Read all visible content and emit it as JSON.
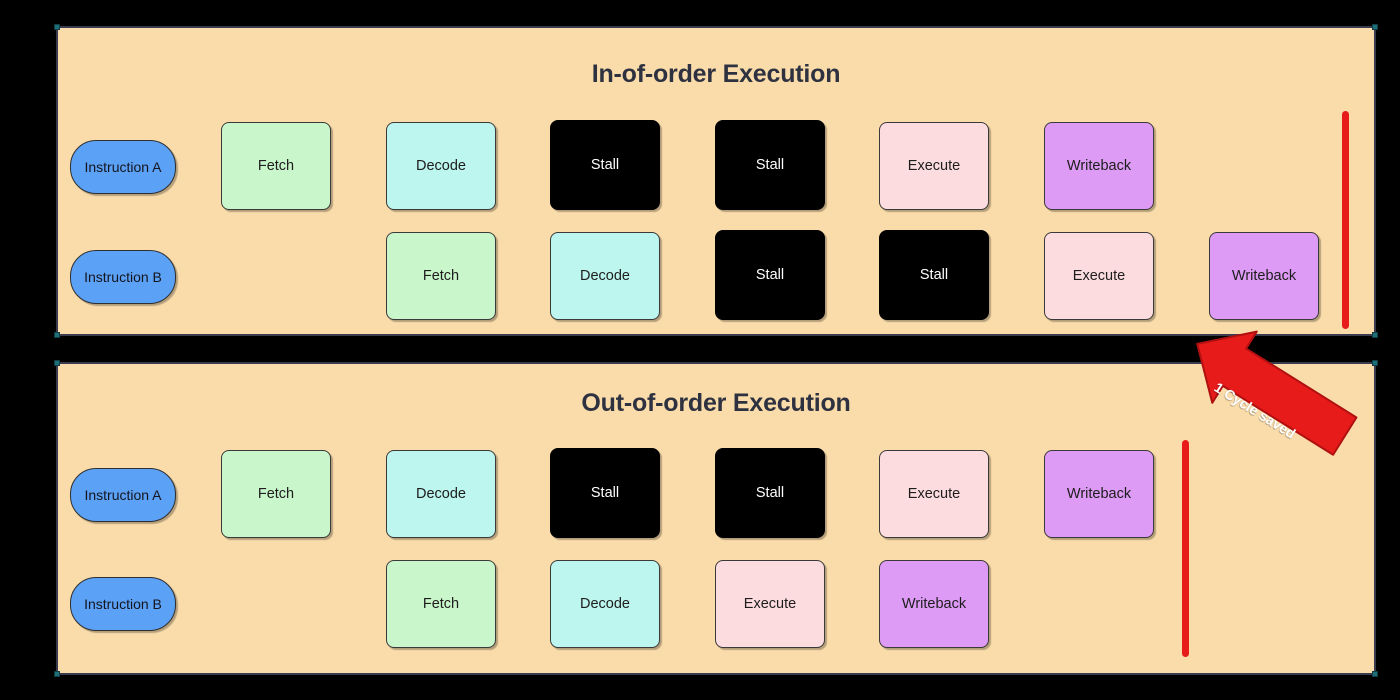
{
  "colors": {
    "page_background": "#000000",
    "panel_background": "#FADCAA",
    "panel_border": "#3B3B4F",
    "fetch": "#C9F7CB",
    "decode": "#BCF6EF",
    "stall": "#000000",
    "execute": "#FCDCDF",
    "writeback": "#DE9BF5",
    "instruction": "#5BA1F5",
    "marker_red": "#E81B1B",
    "title_text": "#2E3240"
  },
  "panels": [
    {
      "id": "in-order",
      "title": "In-of-order Execution",
      "rows": [
        {
          "instruction": "Instruction A",
          "cells": [
            {
              "label": "Fetch",
              "kind": "fetch",
              "column": 1
            },
            {
              "label": "Decode",
              "kind": "decode",
              "column": 2
            },
            {
              "label": "Stall",
              "kind": "stall",
              "column": 3
            },
            {
              "label": "Stall",
              "kind": "stall",
              "column": 4
            },
            {
              "label": "Execute",
              "kind": "execute",
              "column": 5
            },
            {
              "label": "Writeback",
              "kind": "writeback",
              "column": 6
            }
          ]
        },
        {
          "instruction": "Instruction B",
          "cells": [
            {
              "label": "Fetch",
              "kind": "fetch",
              "column": 2
            },
            {
              "label": "Decode",
              "kind": "decode",
              "column": 3
            },
            {
              "label": "Stall",
              "kind": "stall",
              "column": 4
            },
            {
              "label": "Stall",
              "kind": "stall",
              "column": 5
            },
            {
              "label": "Execute",
              "kind": "execute",
              "column": 6
            },
            {
              "label": "Writeback",
              "kind": "writeback",
              "column": 7
            }
          ]
        }
      ],
      "marker": {
        "column": 8
      }
    },
    {
      "id": "out-of-order",
      "title": "Out-of-order Execution",
      "rows": [
        {
          "instruction": "Instruction A",
          "cells": [
            {
              "label": "Fetch",
              "kind": "fetch",
              "column": 1
            },
            {
              "label": "Decode",
              "kind": "decode",
              "column": 2
            },
            {
              "label": "Stall",
              "kind": "stall",
              "column": 3
            },
            {
              "label": "Stall",
              "kind": "stall",
              "column": 4
            },
            {
              "label": "Execute",
              "kind": "execute",
              "column": 5
            },
            {
              "label": "Writeback",
              "kind": "writeback",
              "column": 6
            }
          ]
        },
        {
          "instruction": "Instruction B",
          "cells": [
            {
              "label": "Fetch",
              "kind": "fetch",
              "column": 2
            },
            {
              "label": "Decode",
              "kind": "decode",
              "column": 3
            },
            {
              "label": "Execute",
              "kind": "execute",
              "column": 4
            },
            {
              "label": "Writeback",
              "kind": "writeback",
              "column": 5
            }
          ]
        }
      ],
      "marker": {
        "column": 7
      }
    }
  ],
  "annotation": {
    "label": "1 Cycle saved",
    "color": "#E81B1B",
    "text_color": "#FFFFFF"
  }
}
